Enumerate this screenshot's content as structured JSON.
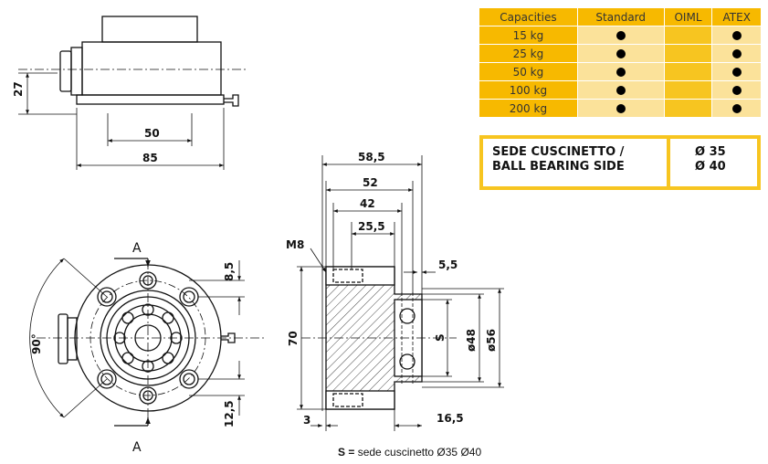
{
  "capacities_table": {
    "headers": [
      "Capacities",
      "Standard",
      "OIML",
      "ATEX"
    ],
    "rows": [
      {
        "capacity": "15 kg",
        "standard": true,
        "oiml": false,
        "atex": true
      },
      {
        "capacity": "25 kg",
        "standard": true,
        "oiml": false,
        "atex": true
      },
      {
        "capacity": "50 kg",
        "standard": true,
        "oiml": false,
        "atex": true
      },
      {
        "capacity": "100 kg",
        "standard": true,
        "oiml": false,
        "atex": true
      },
      {
        "capacity": "200 kg",
        "standard": true,
        "oiml": false,
        "atex": true
      }
    ],
    "colors": {
      "header": "#f7b900",
      "light": "#fbe29a",
      "mid": "#f7c520"
    }
  },
  "bearing_box": {
    "line1": "SEDE CUSCINETTO /",
    "line2": "BALL BEARING SIDE",
    "value1": "Ø 35",
    "value2": "Ø 40"
  },
  "dimensions": {
    "top_height": "27",
    "top_width_inner": "50",
    "top_width_outer": "85",
    "front_angle": "90°",
    "section_a_top": "A",
    "section_a_bottom": "A",
    "front_offset_top": "8,5",
    "front_offset_bottom": "12,5",
    "sec_w1": "58,5",
    "sec_w2": "52",
    "sec_w3": "42",
    "sec_w4": "25,5",
    "thread": "M8",
    "sec_gap": "5,5",
    "sec_height": "70",
    "sec_s": "S",
    "sec_d48": "ø48",
    "sec_d56": "ø56",
    "sec_left_offset": "3",
    "sec_right_offset": "16,5"
  },
  "note": {
    "symbol": "S =",
    "text": "sede cuscinetto  Ø35  Ø40"
  }
}
